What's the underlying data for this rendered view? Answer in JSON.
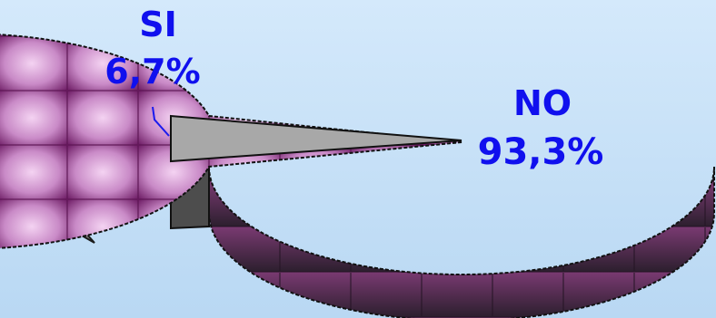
{
  "chart_data": {
    "type": "pie",
    "categories": [
      "SI",
      "NO"
    ],
    "values": [
      6.7,
      93.3
    ],
    "value_labels": [
      "6,7%",
      "93,3%"
    ],
    "exploded": "SI",
    "three_d": true,
    "legend": "none",
    "colors": {
      "slice_si": "#a3a3a3",
      "slice_no": "#9b3f93",
      "label": "#1010ee",
      "background": "#c4e0f7"
    }
  }
}
